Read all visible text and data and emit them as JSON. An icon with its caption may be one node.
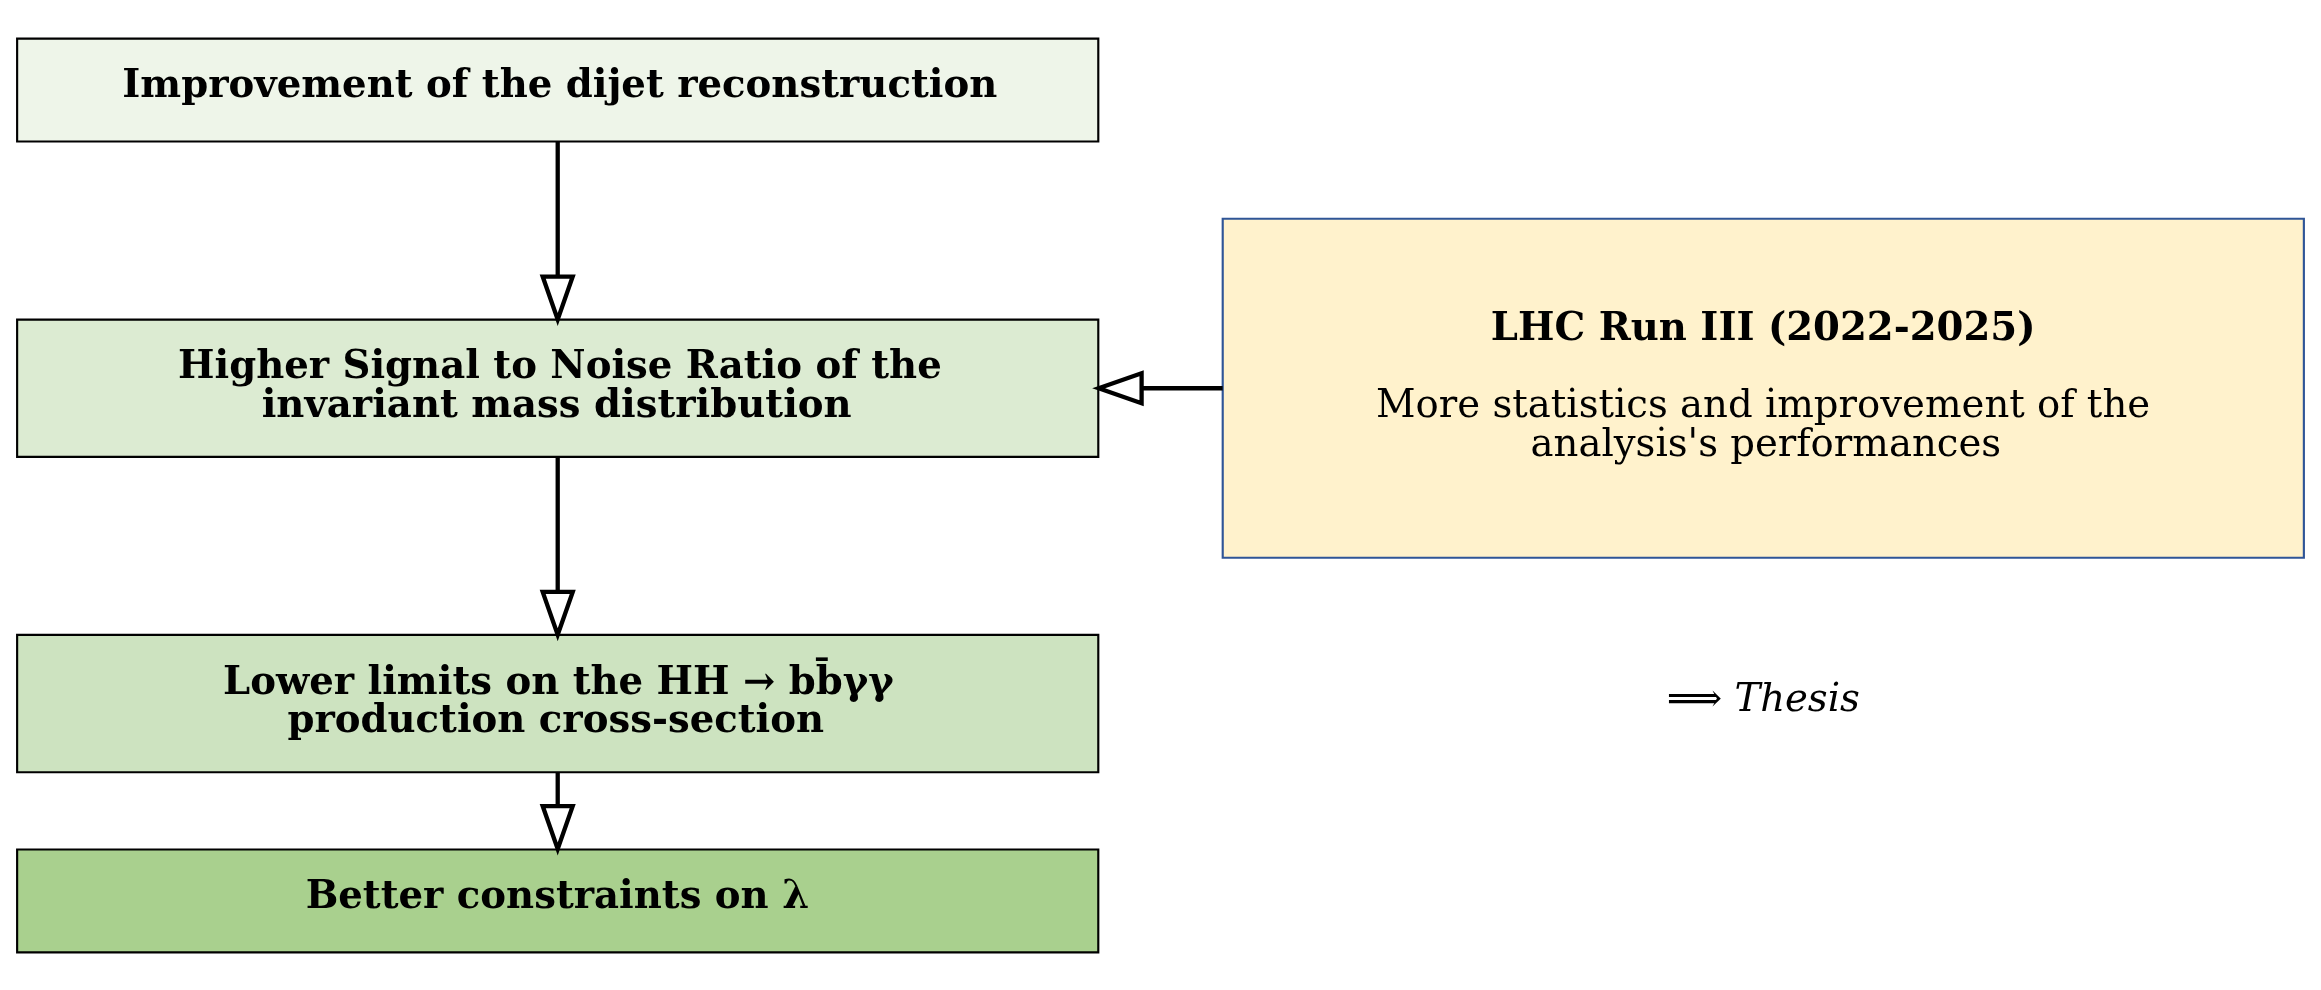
{
  "diagram": {
    "nodes": [
      {
        "text": [
          "Improvement of the dijet reconstruction"
        ]
      },
      {
        "text": [
          "Higher Signal to Noise Ratio of the invariant mass distribution"
        ]
      },
      {
        "text": [
          "Lower limits on the HH → bb̄γγ production cross-section"
        ]
      },
      {
        "text": [
          "Better constraints on λ"
        ]
      },
      {
        "text": [
          "LHC Run III (2022-2025)",
          "More statistics and improvement of the analysis's performances"
        ],
        "beside": [
          "⟹ Thesis"
        ]
      }
    ],
    "edges": [
      {
        "from": 0,
        "to": 1,
        "arrow": "to"
      },
      {
        "from": 1,
        "to": 2,
        "arrow": "to"
      },
      {
        "from": 2,
        "to": 3,
        "arrow": "to"
      },
      {
        "from": 4,
        "to": 1,
        "arrow": "to"
      }
    ]
  }
}
